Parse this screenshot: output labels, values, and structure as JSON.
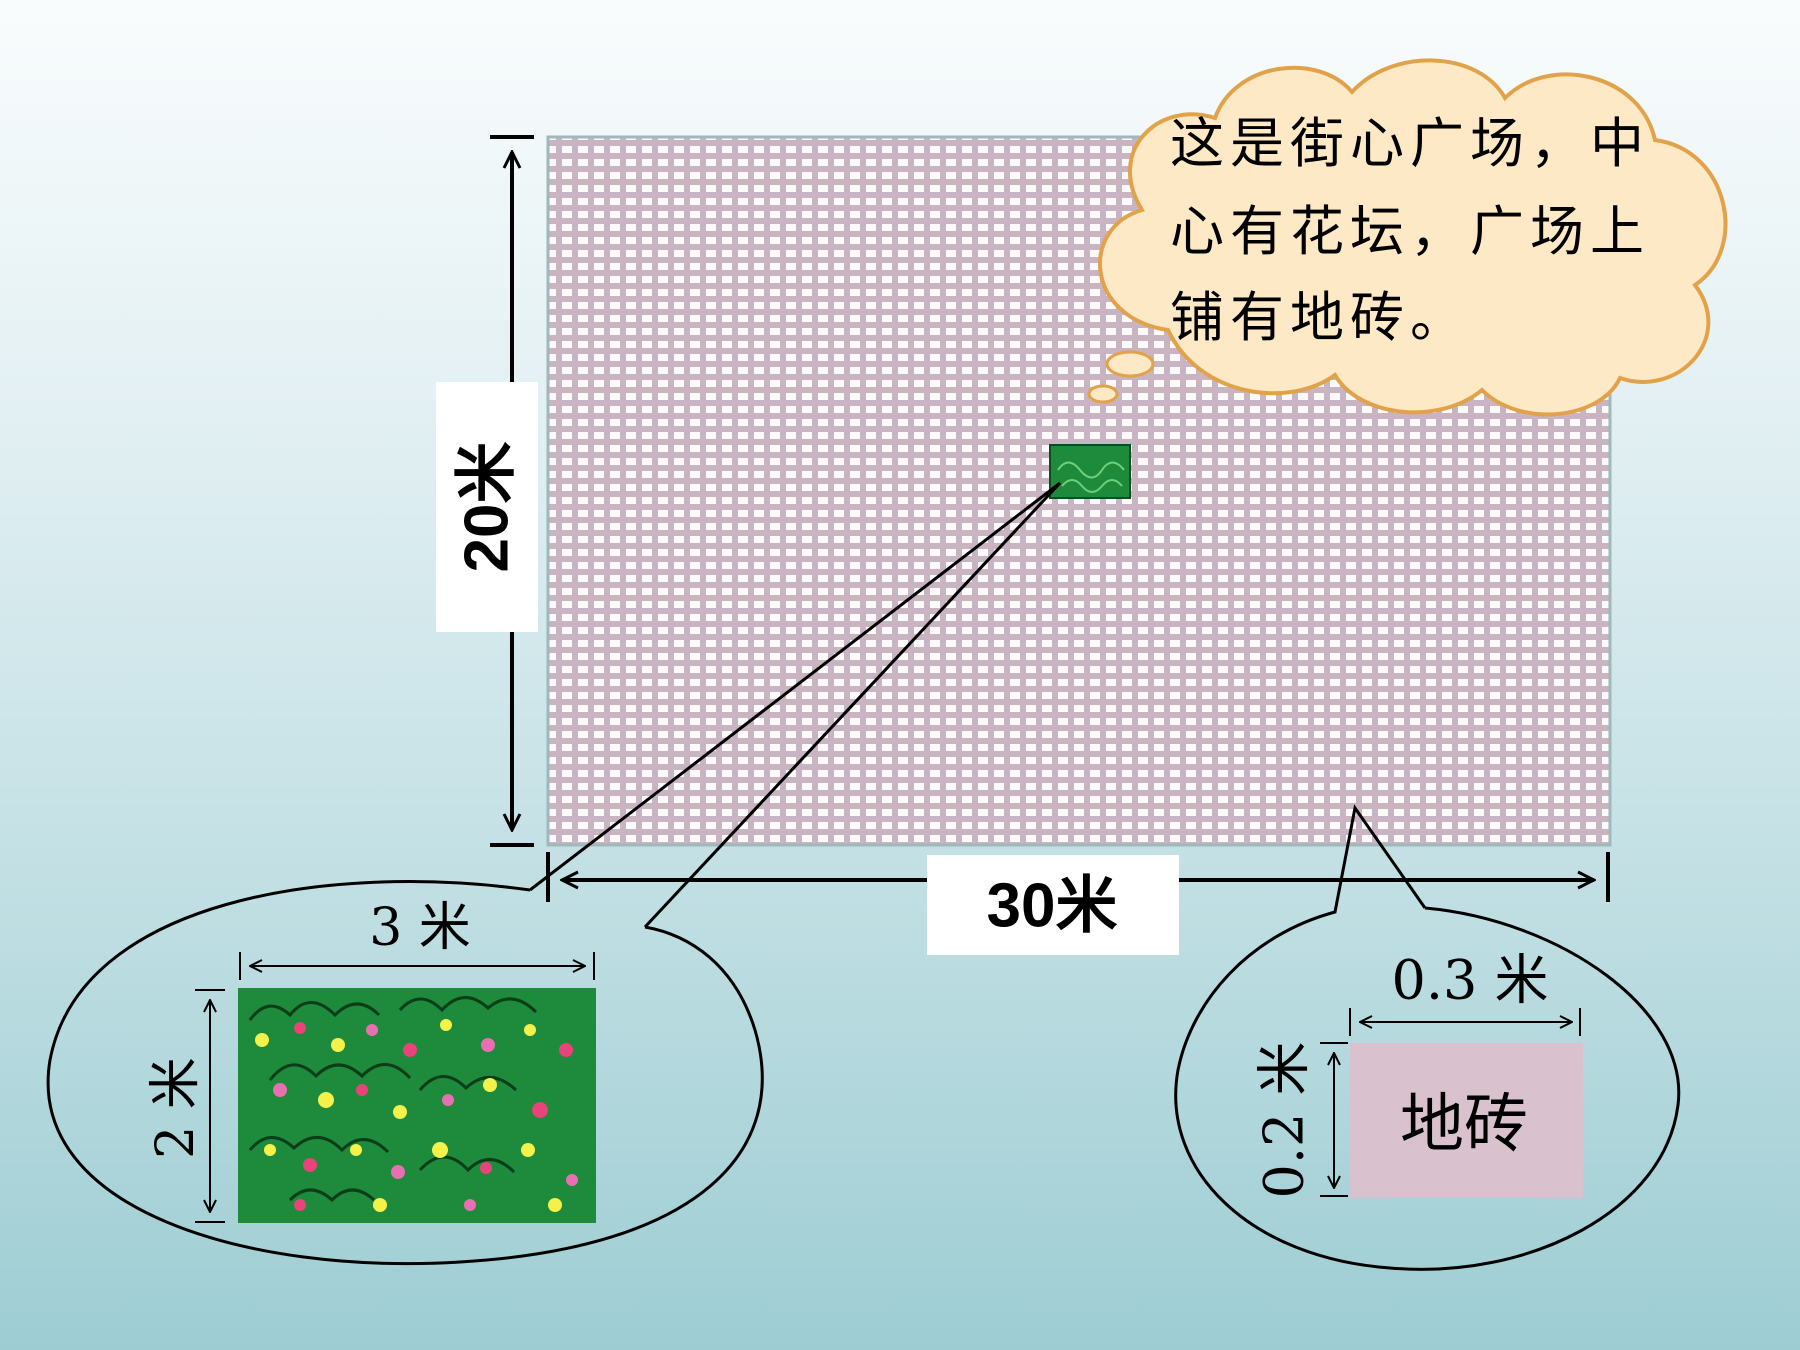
{
  "plaza": {
    "width_label": "30米",
    "height_label": "20米",
    "width_m": 30,
    "height_m": 20,
    "tile_color": "#c9b4c1",
    "tile_gap_color": "#ffffff",
    "border_color": "#9fb8bb"
  },
  "thought_bubble": {
    "lines": [
      "这是街心广场，中",
      "心有花坛，广场上",
      "铺有地砖。"
    ],
    "fill": "#fde9c5",
    "stroke": "#e1a24a"
  },
  "flower_bed": {
    "width_label": "3 米",
    "height_label": "2 米",
    "width_m": 3,
    "height_m": 2,
    "color": "#1d8a3c"
  },
  "tile": {
    "label": "地砖",
    "width_label": "0.3 米",
    "height_label": "0.2 米",
    "width_m": 0.3,
    "height_m": 0.2,
    "color": "#d9c2cd"
  }
}
